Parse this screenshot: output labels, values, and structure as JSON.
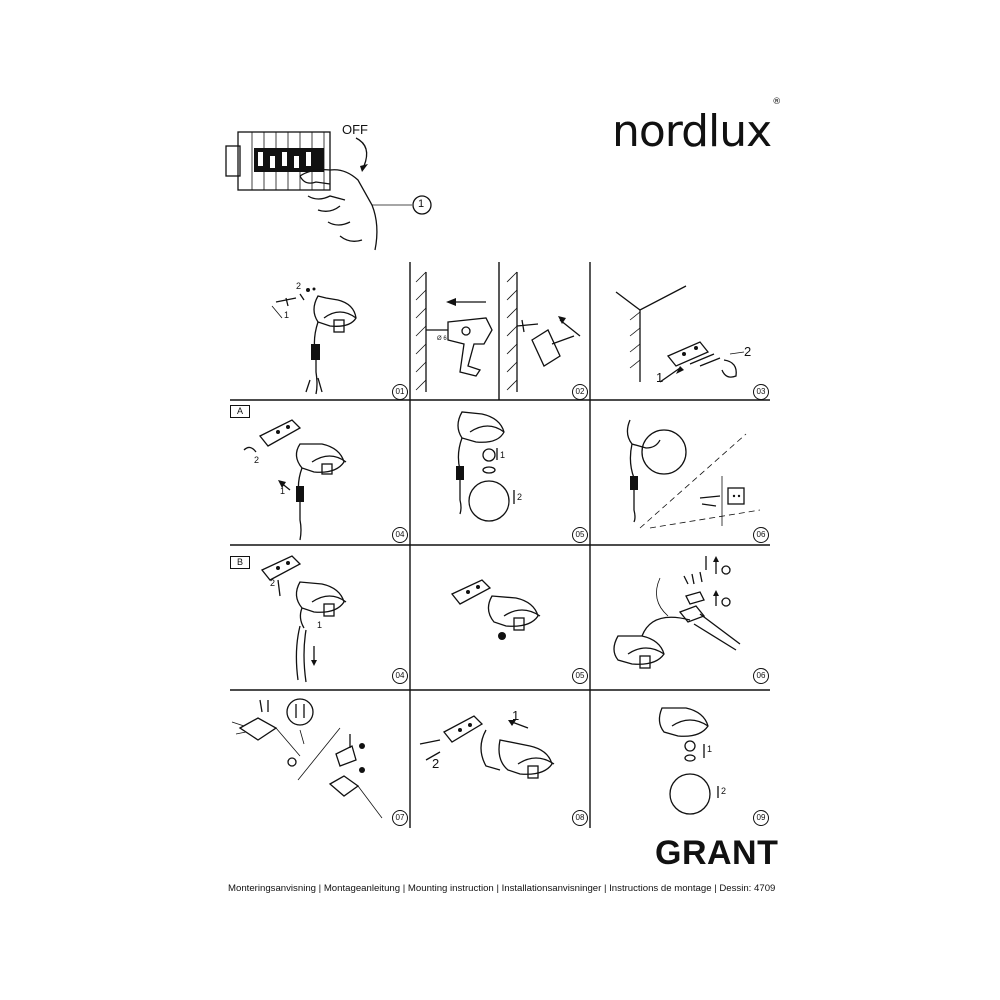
{
  "brand": {
    "name": "nordlux",
    "mark": "®"
  },
  "product": "GRANT",
  "footer": "Monteringsanvisning | Montageanleitung | Mounting instruction | Installationsanvisninger | Instructions de montage | Dessin: 4709",
  "top": {
    "off_label": "OFF",
    "step_ref": "1"
  },
  "sections": {
    "a": "A",
    "b": "B"
  },
  "steps": {
    "r1": [
      "01",
      "02",
      "03"
    ],
    "r2": [
      "04",
      "05",
      "06"
    ],
    "r3": [
      "04",
      "05",
      "06"
    ],
    "r4": [
      "07",
      "08",
      "09"
    ]
  },
  "callouts": {
    "c01_1": "1",
    "c01_2": "2",
    "c03_1": "1",
    "c03_2": "2",
    "c04a_1": "1",
    "c04a_2": "2",
    "c05a_1": "1",
    "c05a_2": "2",
    "c04b_1": "1",
    "c04b_2": "2",
    "c08_1": "1",
    "c08_2": "2",
    "c09_1": "1",
    "c09_2": "2",
    "drill_size": "Ø 6"
  }
}
